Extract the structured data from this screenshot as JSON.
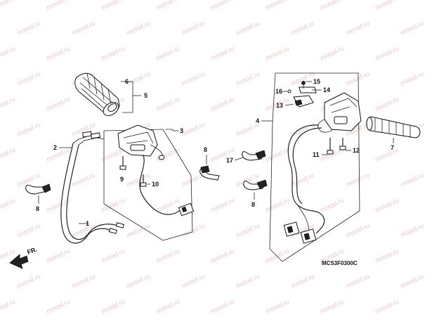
{
  "watermark_text": "motod.ru",
  "direction_label": "FR.",
  "diagram_code": "MCS3F0300C",
  "callouts": [
    {
      "id": "1",
      "text": "1"
    },
    {
      "id": "2",
      "text": "2"
    },
    {
      "id": "3",
      "text": "3"
    },
    {
      "id": "4",
      "text": "4"
    },
    {
      "id": "5",
      "text": "5"
    },
    {
      "id": "6",
      "text": "6"
    },
    {
      "id": "7",
      "text": "7"
    },
    {
      "id": "8a",
      "text": "8"
    },
    {
      "id": "8b",
      "text": "8"
    },
    {
      "id": "8c",
      "text": "8"
    },
    {
      "id": "9",
      "text": "9"
    },
    {
      "id": "10",
      "text": "10"
    },
    {
      "id": "11",
      "text": "11"
    },
    {
      "id": "12",
      "text": "12"
    },
    {
      "id": "13",
      "text": "13"
    },
    {
      "id": "14",
      "text": "14"
    },
    {
      "id": "15",
      "text": "15"
    },
    {
      "id": "16",
      "text": "16"
    },
    {
      "id": "17",
      "text": "17"
    }
  ]
}
